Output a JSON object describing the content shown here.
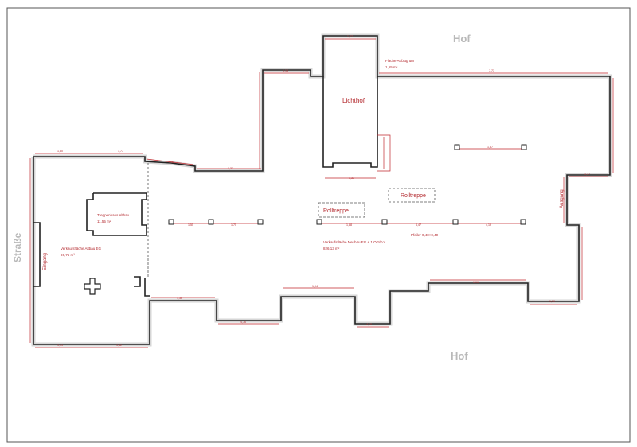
{
  "labels": {
    "hof_top": "Hof",
    "hof_bottom": "Hof",
    "strasse": "Straße",
    "lichthof": "Lichthof",
    "flaeche_aufzugum": "Fläche Aufzug um",
    "flaeche_aufzugum_area": "1,65 m²",
    "treppenhaus": "Treppenhaus Altbau",
    "treppenhaus_area": "11,55 m²",
    "verkauf_altbau": "Verkaufsfläche Altbau EG",
    "verkauf_altbau_area": "96,76 m²",
    "verkauf_neubau": "Verkaufsfläche Neubau EG + 1.OG/Kot",
    "verkauf_neubau_area": "826,13 m²",
    "rolltreppe_1": "Rolltreppe",
    "rolltreppe_2": "Rolltreppe",
    "pfeiler": "Pfeiler 0,40×0,40",
    "eingang": "Eingang",
    "ausgang": "Ausgang"
  },
  "colors": {
    "wall": "#222222",
    "dimension": "#c0282e",
    "gray_label": "#b9b9b9"
  }
}
